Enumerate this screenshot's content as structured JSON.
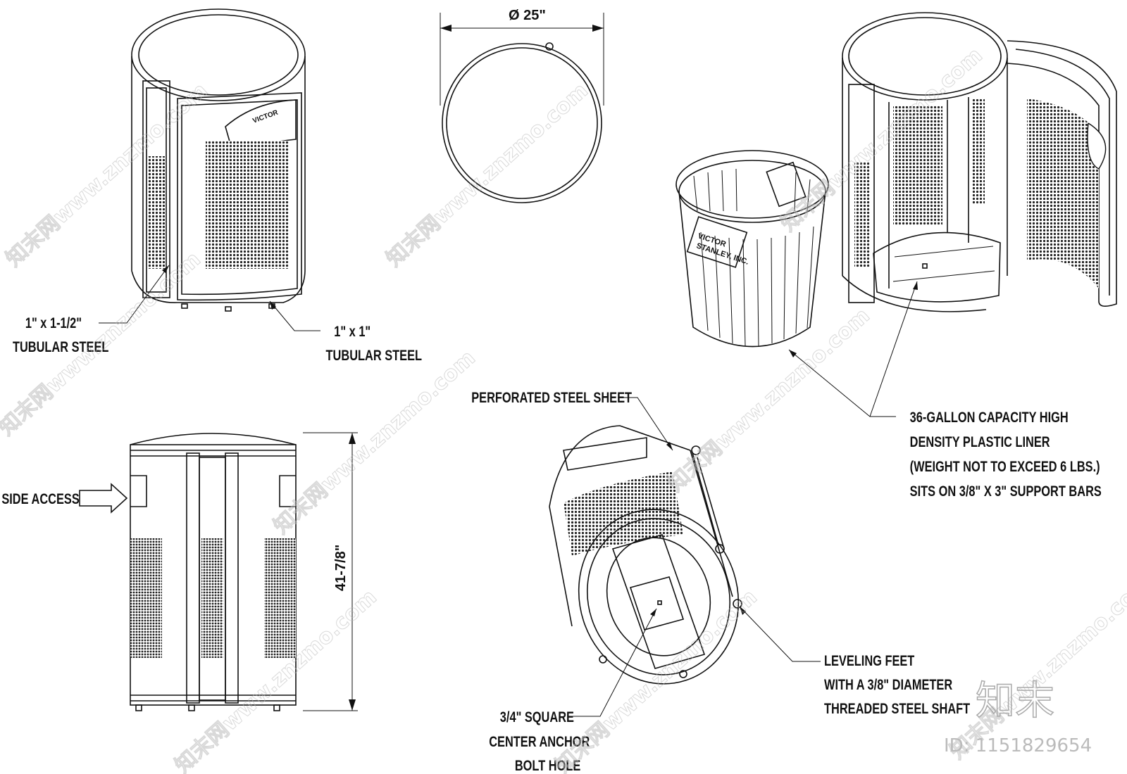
{
  "diameter_dim": "Ø 25\"",
  "height_dim": "41-7/8\"",
  "labels": {
    "tube_15": [
      "1\" x 1-1/2\"",
      "TUBULAR STEEL"
    ],
    "tube_1": [
      "1\" x 1\"",
      "TUBULAR STEEL"
    ],
    "side_access": "SIDE ACCESS",
    "perforated": "PERFORATED STEEL SHEET",
    "liner": [
      "36-GALLON CAPACITY HIGH",
      "DENSITY PLASTIC LINER",
      "(WEIGHT NOT TO EXCEED 6 LBS.)",
      "SITS ON 3/8\" X 3\" SUPPORT BARS"
    ],
    "leveling": [
      "LEVELING FEET",
      "WITH A 3/8\" DIAMETER",
      "THREADED STEEL SHAFT"
    ],
    "anchor": [
      "3/4\" SQUARE",
      "CENTER ANCHOR",
      "BOLT HOLE"
    ]
  },
  "liner_brand": [
    "VICTOR",
    "STANLEY, INC."
  ],
  "watermark": {
    "logo": "知末",
    "id": "ID: 1151829654",
    "site": "知末网www.znzmo.com"
  },
  "colors": {
    "line": "#111111",
    "watermark": "#bbbbbb"
  }
}
